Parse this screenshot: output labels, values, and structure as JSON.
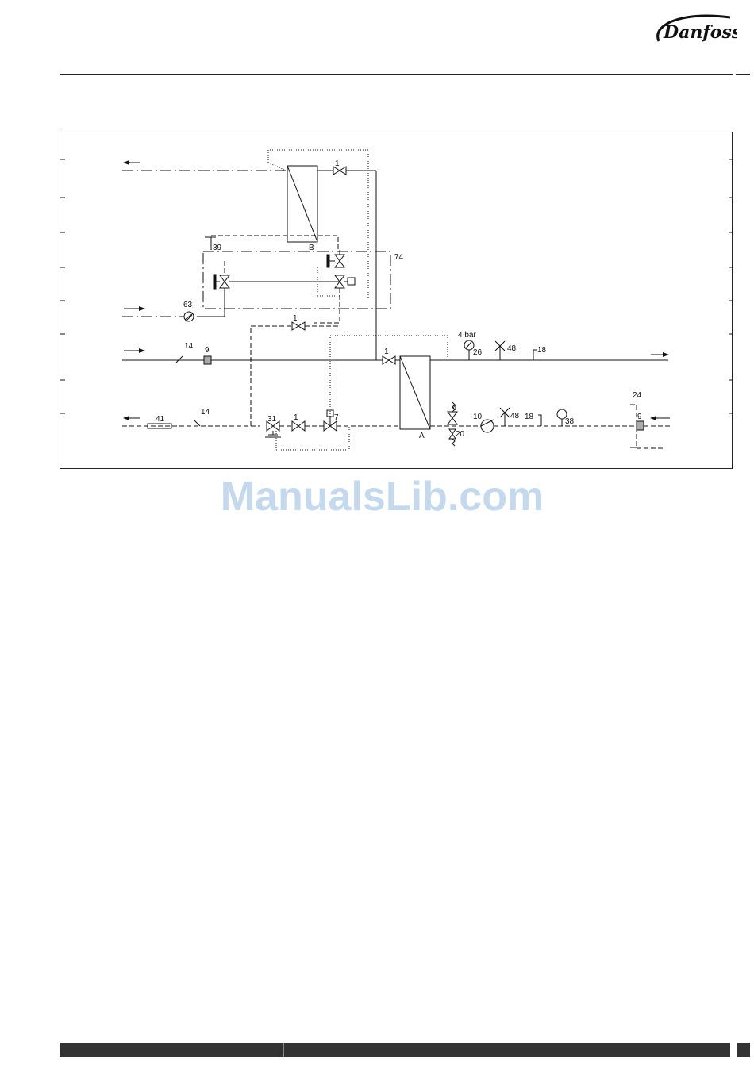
{
  "brand": {
    "name": "Danfoss",
    "color": "#111111"
  },
  "watermark": {
    "text": "ManualsLib.com",
    "color": "#c4d9ee"
  },
  "diagram": {
    "labels": {
      "valve_1_top": "1",
      "hex_b": "B",
      "n39": "39",
      "n74": "74",
      "n63": "63",
      "valve_1_mid": "1",
      "n14_upper": "14",
      "n9_upper": "9",
      "valve_1_supply": "1",
      "pressure": "4 bar",
      "n26": "26",
      "n48_upper": "48",
      "n18_upper": "18",
      "n24": "24",
      "n41": "41",
      "n14_lower": "14",
      "n31": "31",
      "valve_1_lower": "1",
      "n7": "7",
      "hex_a": "A",
      "n4": "4",
      "n20": "20",
      "n10": "10",
      "n48_lower": "48",
      "n18_lower": "18",
      "n38": "38",
      "n9_lower": "9"
    }
  }
}
